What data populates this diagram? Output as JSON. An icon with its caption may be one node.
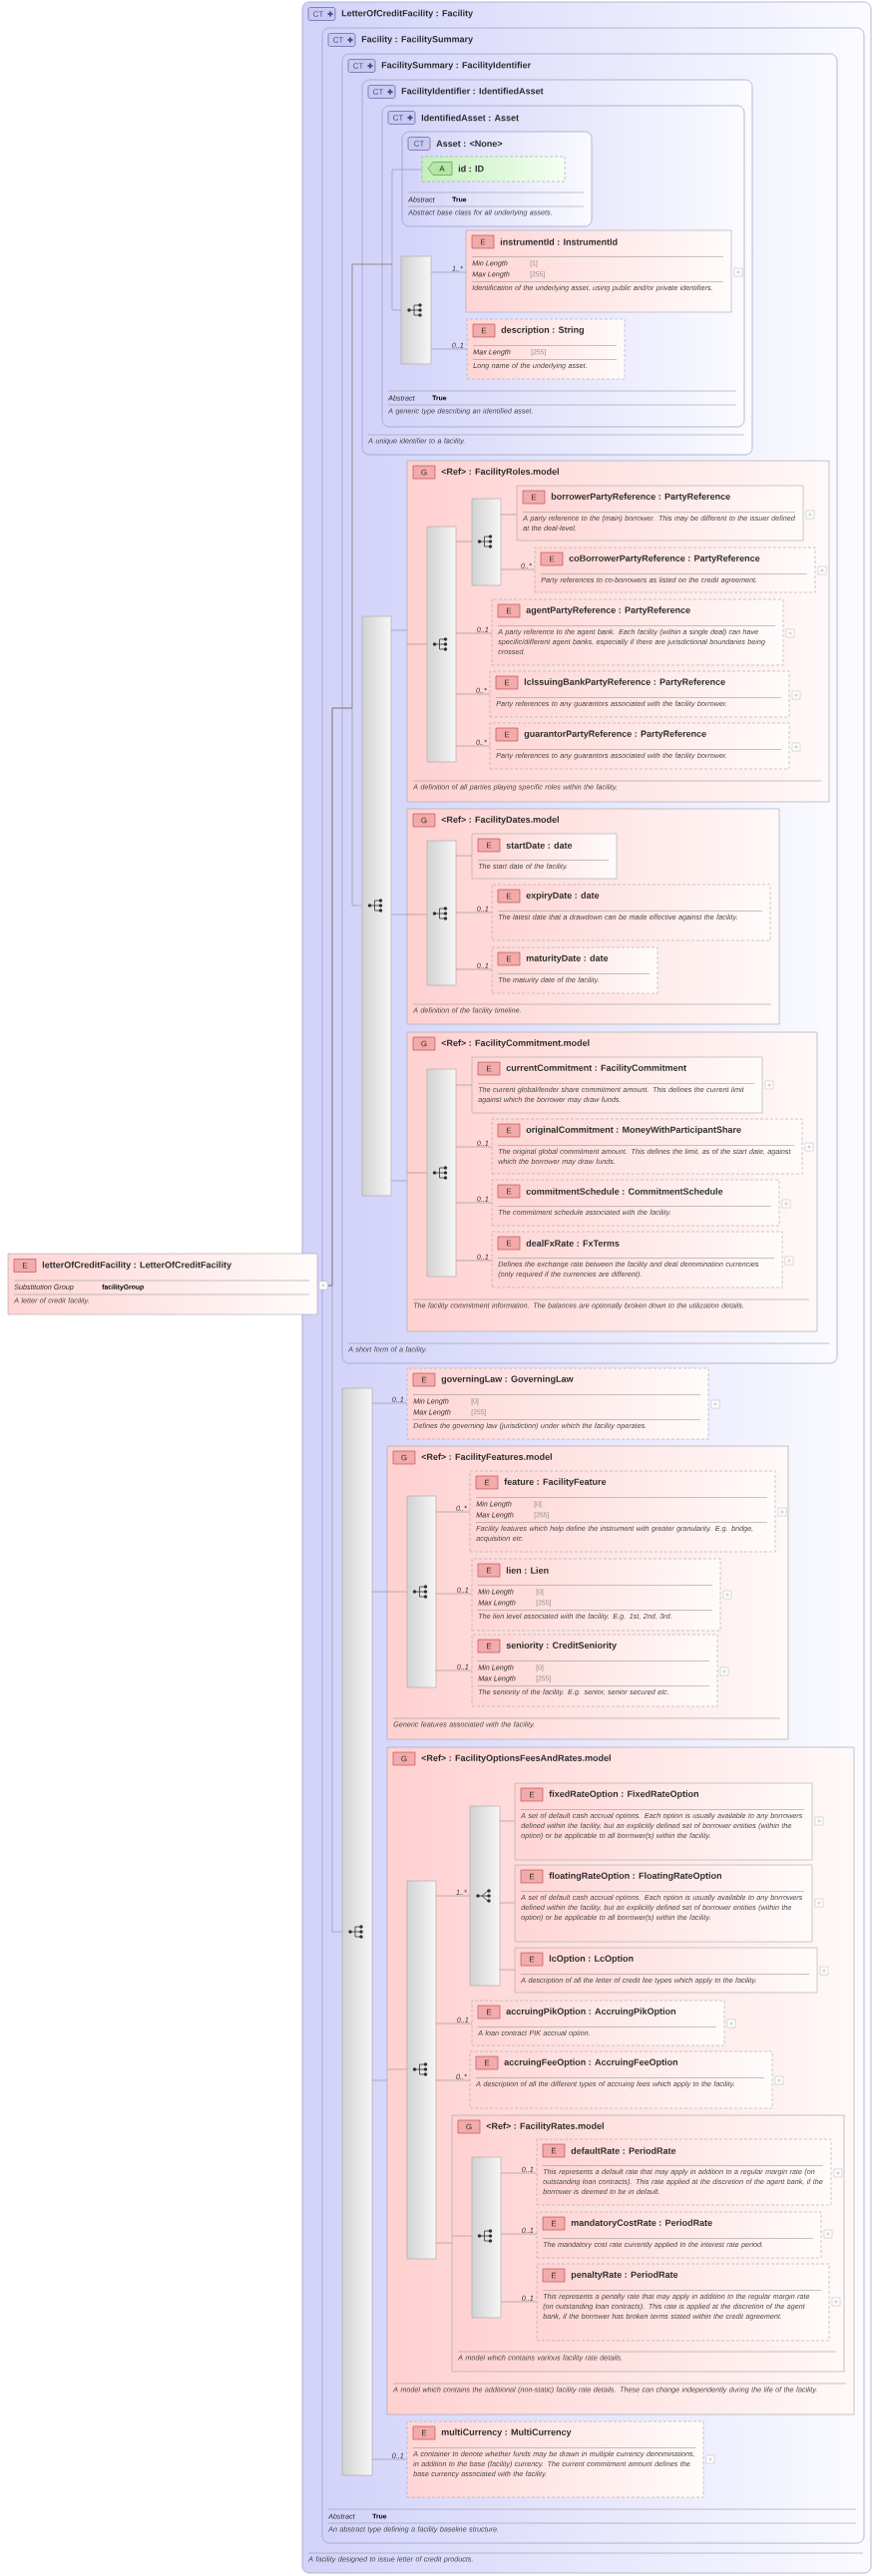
{
  "diagram": {
    "nodes": [
      {
        "text": [
          "CT",
          "LetterOfCreditFacility : Facility",
          "A facility designed to issue letter of credit products."
        ]
      },
      {
        "text": [
          "CT",
          "Facility : FacilitySummary",
          "Abstract",
          "True",
          "An abstract type defining a facility baseline structure."
        ],
        "in": 0
      },
      {
        "text": [
          "CT",
          "FacilitySummary : FacilityIdentifier",
          "A short form of a facility."
        ],
        "in": 1
      },
      {
        "text": [
          "CT",
          "FacilityIdentifier : IdentifiedAsset",
          "A unique identifier to a facility."
        ],
        "in": 2
      },
      {
        "text": [
          "CT",
          "IdentifiedAsset : Asset",
          "Abstract",
          "True",
          "A generic type describing an identified asset."
        ],
        "in": 3
      },
      {
        "text": [
          "CT",
          "Asset : <None>",
          "Abstract",
          "True",
          "Abstract base class for all underlying assets."
        ],
        "in": 4
      },
      {
        "text": [
          "A",
          "id : ID"
        ],
        "in": 5
      },
      {
        "text": [],
        "shape": "bar",
        "in": 4
      },
      {
        "text": [
          "E",
          "instrumentId : InstrumentId",
          "Min Length",
          "[1]",
          "Max Length",
          "[255]",
          "Identification of the underlying asset, using public and/or private identifiers."
        ],
        "in": 4
      },
      {
        "text": [
          "E",
          "description : String",
          "Max Length",
          "[255]",
          "Long name of the underlying asset."
        ],
        "in": 4
      },
      {
        "text": [],
        "shape": "bar",
        "in": 2
      },
      {
        "text": [
          "G",
          "<Ref> : FacilityRoles.model",
          "A definition of all parties playing specific roles within the facility."
        ],
        "in": 2
      },
      {
        "text": [],
        "shape": "bar",
        "in": 11
      },
      {
        "text": [],
        "shape": "bar",
        "in": 11
      },
      {
        "text": [
          "E",
          "borrowerPartyReference : PartyReference",
          "A party reference to the (main) borrower. This may be different to the issuer defined at the deal-level."
        ],
        "in": 11
      },
      {
        "text": [
          "E",
          "coBorrowerPartyReference : PartyReference",
          "Party references to co-borrowers as listed on the credit agreement."
        ],
        "in": 11
      },
      {
        "text": [
          "E",
          "agentPartyReference : PartyReference",
          "A party reference to the agent bank. Each facility (within a single deal) can have specific/different agent banks, especially if there are jurisdictional boundaries being crossed."
        ],
        "in": 11
      },
      {
        "text": [
          "E",
          "lcIssuingBankPartyReference : PartyReference",
          "Party references to any guarantors associated with the facility borrower."
        ],
        "in": 11
      },
      {
        "text": [
          "E",
          "guarantorPartyReference : PartyReference",
          "Party references to any guarantors associated with the facility borrower."
        ],
        "in": 11
      },
      {
        "text": [
          "G",
          "<Ref> : FacilityDates.model",
          "A definition of the facility timeline."
        ],
        "in": 2
      },
      {
        "text": [],
        "shape": "bar",
        "in": 19
      },
      {
        "text": [
          "E",
          "startDate : date",
          "The start date of the facility."
        ],
        "in": 19
      },
      {
        "text": [
          "E",
          "expiryDate : date",
          "The latest date that a drawdown can be made effective against the facility."
        ],
        "in": 19
      },
      {
        "text": [
          "E",
          "maturityDate : date",
          "The maturity date of the facility."
        ],
        "in": 19
      },
      {
        "text": [
          "G",
          "<Ref> : FacilityCommitment.model",
          "The facility commitment information. The balances are optionally broken down to the utilization details."
        ],
        "in": 2
      },
      {
        "text": [],
        "shape": "bar",
        "in": 24
      },
      {
        "text": [
          "E",
          "currentCommitment : FacilityCommitment",
          "The current global/lender share commitment amount. This defines the current limit against which the borrower may draw funds."
        ],
        "in": 24
      },
      {
        "text": [
          "E",
          "originalCommitment : MoneyWithParticipantShare",
          "The original global commitment amount. This defines the limit, as of the start date, against which the borrower may draw funds."
        ],
        "in": 24
      },
      {
        "text": [
          "E",
          "commitmentSchedule : CommitmentSchedule",
          "The commitment schedule associated with the facility."
        ],
        "in": 24
      },
      {
        "text": [
          "E",
          "dealFxRate : FxTerms",
          "Defines the exchange rate between the facility and deal denomination currencies (only required if the currencies are different)."
        ],
        "in": 24
      },
      {
        "text": [],
        "shape": "bar",
        "in": 1
      },
      {
        "text": [
          "E",
          "governingLaw : GoverningLaw",
          "Min Length",
          "[0]",
          "Max Length",
          "[255]",
          "Defines the governing law (jurisdiction) under which the facility operates."
        ],
        "in": 1
      },
      {
        "text": [
          "G",
          "<Ref> : FacilityFeatures.model",
          "Generic features associated with the facility."
        ],
        "in": 1
      },
      {
        "text": [],
        "shape": "bar",
        "in": 32
      },
      {
        "text": [
          "E",
          "feature : FacilityFeature",
          "Min Length",
          "[0]",
          "Max Length",
          "[255]",
          "Facility features which help define the instrument with greater granularity. E.g. bridge, acquisition etc."
        ],
        "in": 32
      },
      {
        "text": [
          "E",
          "lien : Lien",
          "Min Length",
          "[0]",
          "Max Length",
          "[255]",
          "The lien level associated with the facility. E.g. 1st, 2nd, 3rd."
        ],
        "in": 32
      },
      {
        "text": [
          "E",
          "seniority : CreditSeniority",
          "Min Length",
          "[0]",
          "Max Length",
          "[255]",
          "The seniority of the facility. E.g. senior, senior secured etc."
        ],
        "in": 32
      },
      {
        "text": [
          "G",
          "<Ref> : FacilityOptionsFeesAndRates.model",
          "A model which contains the additional (non-static) facility rate details. These can change independently during the life of the facility."
        ],
        "in": 1
      },
      {
        "text": [],
        "shape": "bar",
        "in": 37
      },
      {
        "text": [],
        "shape": "bar",
        "in": 37
      },
      {
        "text": [
          "E",
          "fixedRateOption : FixedRateOption",
          "A set of default cash accrual options. Each option is usually available to any borrowers defined within the facility, but an explicitly defined set of borrower entities (within the option) or be applicable to all borrower(s) within the facility."
        ],
        "in": 37
      },
      {
        "text": [
          "E",
          "floatingRateOption : FloatingRateOption",
          "A set of default cash accrual options. Each option is usually available to any borrowers defined within the facility, but an explicitly defined set of borrower entities (within the option) or be applicable to all borrower(s) within the facility."
        ],
        "in": 37
      },
      {
        "text": [
          "E",
          "lcOption : LcOption",
          "A description of all the letter of credit fee types which apply to the facility."
        ],
        "in": 37
      },
      {
        "text": [
          "E",
          "accruingPikOption : AccruingPikOption",
          "A loan contract PIK accrual option."
        ],
        "in": 37
      },
      {
        "text": [
          "E",
          "accruingFeeOption : AccruingFeeOption",
          "A description of all the different types of accruing fees which apply to the facility."
        ],
        "in": 37
      },
      {
        "text": [
          "G",
          "<Ref> : FacilityRates.model",
          "A model which contains various facility rate details."
        ],
        "in": 37
      },
      {
        "text": [],
        "shape": "bar",
        "in": 45
      },
      {
        "text": [
          "E",
          "defaultRate : PeriodRate",
          "This represents a default rate that may apply in addition to a regular margin rate (on outstanding loan contracts). This rate applied at the discretion of the agent bank, if the borrower is deemed to be in default."
        ],
        "in": 45
      },
      {
        "text": [
          "E",
          "mandatoryCostRate : PeriodRate",
          "The mandatory cost rate currently applied to the interest rate period."
        ],
        "in": 45
      },
      {
        "text": [
          "E",
          "penaltyRate : PeriodRate",
          "This represents a penalty rate that may apply in addition to the regular margin rate (on outstanding loan contracts). This rate is applied at the discretion of the agent bank, if the borrower has broken terms stated within the credit agreement."
        ],
        "in": 45
      },
      {
        "text": [
          "E",
          "multiCurrency : MultiCurrency",
          "A container to denote whether funds may be drawn in multiple currency denominations, in addition to the base (facility) currency. The current commitment amount defines the base currency associated with the facility."
        ],
        "in": 1
      },
      {
        "text": [
          "E",
          "letterOfCreditFacility : LetterOfCreditFacility",
          "Substitution Group",
          "facilityGroup",
          "A letter of credit facility."
        ]
      }
    ],
    "edges": [
      {
        "from": 51,
        "to": 6,
        "arrow": "none"
      },
      {
        "from": 51,
        "to": 7,
        "arrow": "none"
      },
      {
        "from": 51,
        "to": 10,
        "arrow": "none"
      },
      {
        "from": 51,
        "to": 30,
        "arrow": "none"
      },
      {
        "from": 7,
        "to": 8,
        "arrow": "none",
        "label": "1..*"
      },
      {
        "from": 7,
        "to": 9,
        "arrow": "none",
        "label": "0..1"
      },
      {
        "from": 10,
        "to": 11,
        "arrow": "none"
      },
      {
        "from": 10,
        "to": 19,
        "arrow": "none"
      },
      {
        "from": 10,
        "to": 24,
        "arrow": "none"
      },
      {
        "from": 11,
        "to": 12,
        "arrow": "none"
      },
      {
        "from": 12,
        "to": 13,
        "arrow": "none"
      },
      {
        "from": 13,
        "to": 14,
        "arrow": "none"
      },
      {
        "from": 13,
        "to": 15,
        "arrow": "none",
        "label": "0..*"
      },
      {
        "from": 12,
        "to": 16,
        "arrow": "none",
        "label": "0..1"
      },
      {
        "from": 12,
        "to": 17,
        "arrow": "none",
        "label": "0..*"
      },
      {
        "from": 12,
        "to": 18,
        "arrow": "none",
        "label": "0..*"
      },
      {
        "from": 19,
        "to": 20,
        "arrow": "none"
      },
      {
        "from": 20,
        "to": 21,
        "arrow": "none"
      },
      {
        "from": 20,
        "to": 22,
        "arrow": "none",
        "label": "0..1"
      },
      {
        "from": 20,
        "to": 23,
        "arrow": "none",
        "label": "0..1"
      },
      {
        "from": 24,
        "to": 25,
        "arrow": "none"
      },
      {
        "from": 25,
        "to": 26,
        "arrow": "none"
      },
      {
        "from": 25,
        "to": 27,
        "arrow": "none",
        "label": "0..1"
      },
      {
        "from": 25,
        "to": 28,
        "arrow": "none",
        "label": "0..1"
      },
      {
        "from": 25,
        "to": 29,
        "arrow": "none",
        "label": "0..1"
      },
      {
        "from": 30,
        "to": 31,
        "arrow": "none",
        "label": "0..1"
      },
      {
        "from": 30,
        "to": 32,
        "arrow": "none"
      },
      {
        "from": 30,
        "to": 37,
        "arrow": "none"
      },
      {
        "from": 30,
        "to": 50,
        "arrow": "none",
        "label": "0..1"
      },
      {
        "from": 32,
        "to": 33,
        "arrow": "none"
      },
      {
        "from": 33,
        "to": 34,
        "arrow": "none",
        "label": "0..*"
      },
      {
        "from": 33,
        "to": 35,
        "arrow": "none",
        "label": "0..1"
      },
      {
        "from": 33,
        "to": 36,
        "arrow": "none",
        "label": "0..1"
      },
      {
        "from": 37,
        "to": 38,
        "arrow": "none"
      },
      {
        "from": 38,
        "to": 39,
        "arrow": "none",
        "label": "1..*"
      },
      {
        "from": 39,
        "to": 40,
        "arrow": "none"
      },
      {
        "from": 39,
        "to": 41,
        "arrow": "none"
      },
      {
        "from": 39,
        "to": 42,
        "arrow": "none"
      },
      {
        "from": 38,
        "to": 43,
        "arrow": "none",
        "label": "0..1"
      },
      {
        "from": 38,
        "to": 44,
        "arrow": "none",
        "label": "0..*"
      },
      {
        "from": 38,
        "to": 45,
        "arrow": "none"
      },
      {
        "from": 45,
        "to": 46,
        "arrow": "none"
      },
      {
        "from": 46,
        "to": 47,
        "arrow": "none",
        "label": "0..1"
      },
      {
        "from": 46,
        "to": 48,
        "arrow": "none",
        "label": "0..1"
      },
      {
        "from": 46,
        "to": 49,
        "arrow": "none",
        "label": "0..1"
      }
    ]
  }
}
